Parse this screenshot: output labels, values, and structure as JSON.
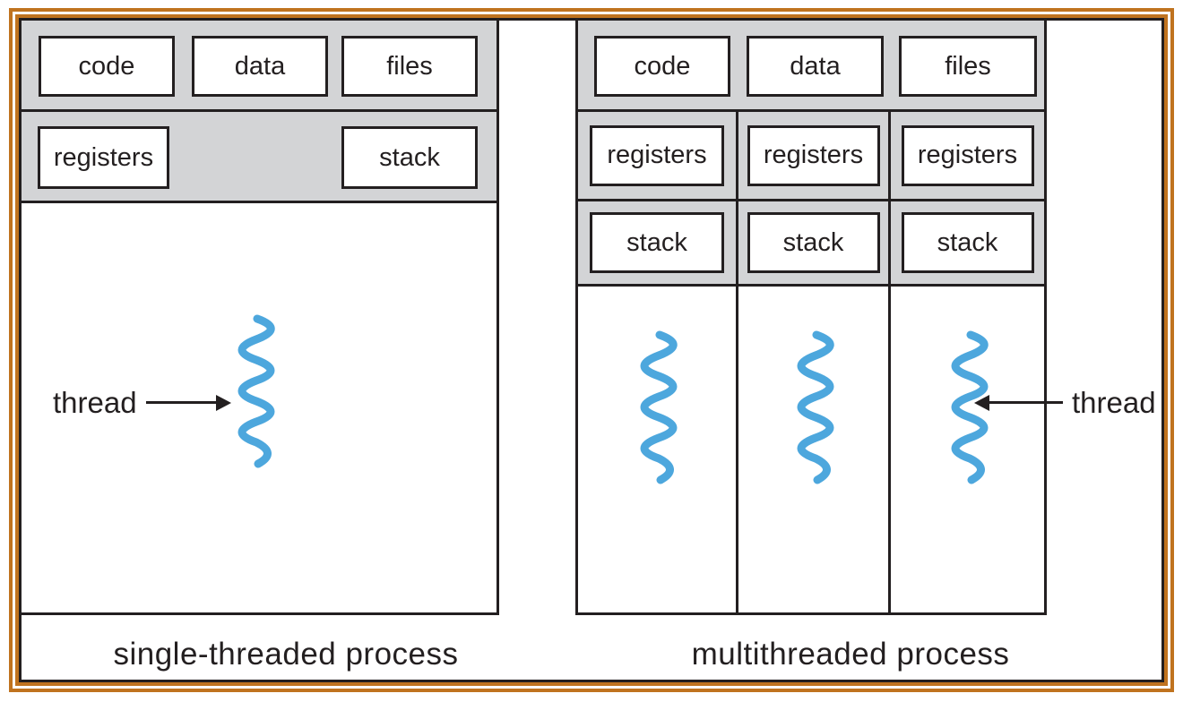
{
  "colors": {
    "frame_orange": "#c0731f",
    "panel_gray": "#d3d4d6",
    "line_black": "#231f20",
    "thread_blue": "#4da7dd"
  },
  "left_process": {
    "caption": "single-threaded process",
    "sections": [
      "code",
      "data",
      "files"
    ],
    "registers_label": "registers",
    "stack_label": "stack",
    "thread_label": "thread"
  },
  "right_process": {
    "caption": "multithreaded process",
    "sections": [
      "code",
      "data",
      "files"
    ],
    "columns": [
      {
        "registers": "registers",
        "stack": "stack"
      },
      {
        "registers": "registers",
        "stack": "stack"
      },
      {
        "registers": "registers",
        "stack": "stack"
      }
    ],
    "thread_label": "thread"
  }
}
